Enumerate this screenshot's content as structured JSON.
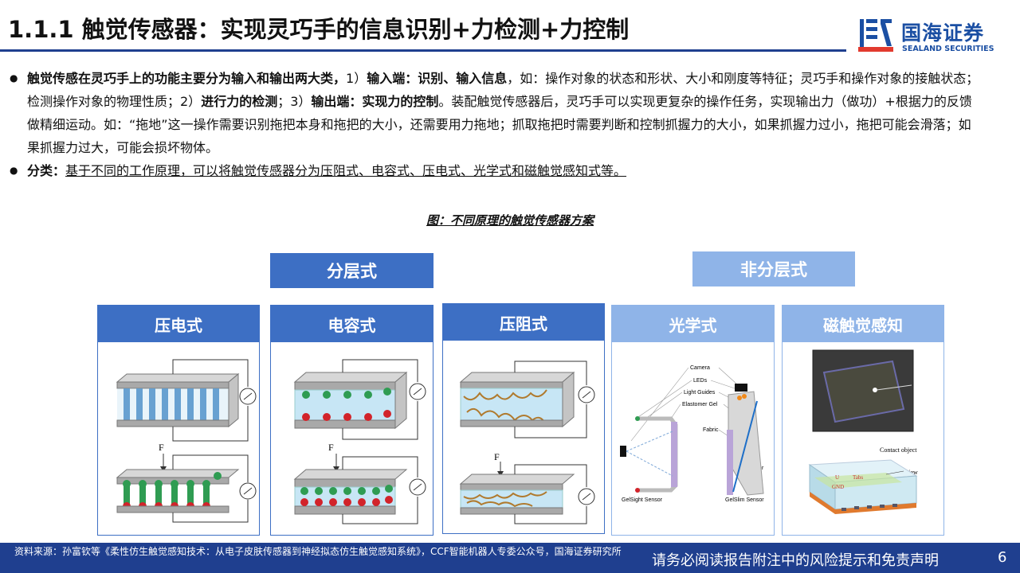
{
  "title": "1.1.1 触觉传感器：实现灵巧手的信息识别+力检测+力控制",
  "logo": {
    "cn": "国海证券",
    "en": "SEALAND SECURITIES"
  },
  "bullet1": {
    "p1": "触觉传感在灵巧手上的功能主要分为输入和输出两大类，",
    "p2": "1）",
    "p3": "输入端：识别、输入信息",
    "p4": "，如：操作对象的状态和形状、大小和刚度等特征；灵巧手和操作对象的接触状态；检测操作对象的物理性质；2）",
    "p5": "进行力的检测",
    "p6": "；3）",
    "p7": "输出端：实现力的控制",
    "p8": "。装配触觉传感器后，灵巧手可以实现更复杂的操作任务，实现输出力（做功）+根据力的反馈做精细运动。如：“拖地”这一操作需要识别拖把本身和拖把的大小，还需要用力拖地；抓取拖把时需要判断和控制抓握力的大小，如果抓握力过小，拖把可能会滑落；如果抓握力过大，可能会损坏物体。"
  },
  "bullet2": {
    "label": "分类：",
    "text": "基于不同的工作原理，可以将触觉传感器分为压阻式、电容式、压电式、光学式和磁触觉感知式等。"
  },
  "figure": {
    "caption": "图：不同原理的触觉传感器方案",
    "group_layered": "分层式",
    "group_nonlayered": "非分层式",
    "cards": [
      {
        "label": "压电式"
      },
      {
        "label": "电容式"
      },
      {
        "label": "压阻式"
      },
      {
        "label": "光学式"
      },
      {
        "label": "磁触觉感知"
      }
    ],
    "force_label": "F",
    "optical_labels": {
      "camera": "Camera",
      "leds": "LEDs",
      "light_guides": "Light Guides",
      "elastomer_gel": "Elastomer Gel",
      "fabric": "Fabric",
      "mirror": "Mirror",
      "gelsight": "GelSight Sensor",
      "gelslim": "GelSlim Sensor"
    },
    "magnetic_labels": {
      "contact_object": "Contact object",
      "side_view": "Side view",
      "gnd": "GND",
      "u": "U",
      "tabs": "Tabs"
    }
  },
  "footer": {
    "source": "资料来源：孙富钦等《柔性仿生触觉感知技术：从电子皮肤传感器到神经拟态仿生触觉感知系统》，CCF智能机器人专委公众号，国海证券研究所",
    "disclaimer": "请务必阅读报告附注中的风险提示和免责声明",
    "page": "6"
  },
  "colors": {
    "accent": "#3d6fc4",
    "accent_light": "#8fb4e8",
    "navy": "#1f3f8f"
  }
}
